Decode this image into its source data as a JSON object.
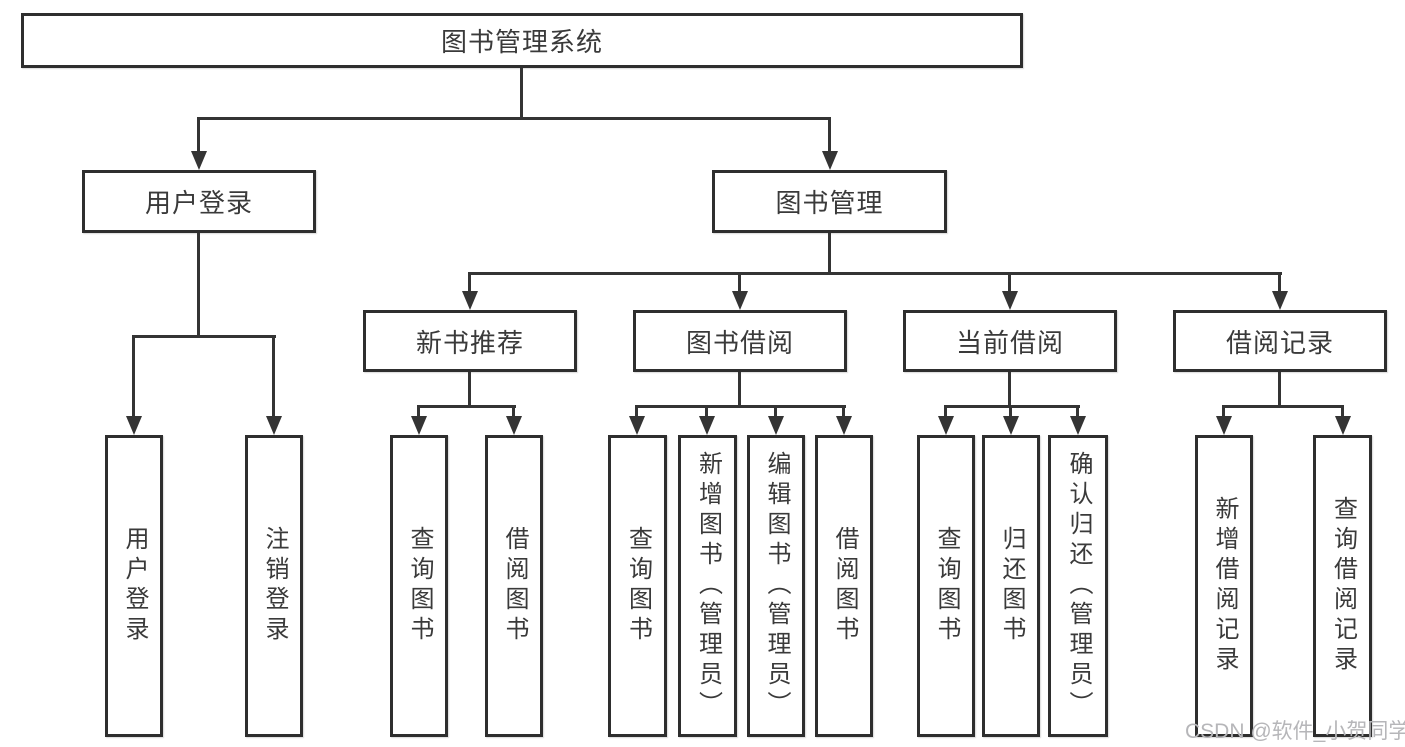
{
  "diagram": {
    "type": "hierarchy-tree",
    "title": "图书管理系统",
    "branches": [
      {
        "label": "用户登录",
        "children": [
          "用户登录",
          "注销登录"
        ]
      },
      {
        "label": "图书管理",
        "groups": [
          {
            "label": "新书推荐",
            "children": [
              "查询图书",
              "借阅图书"
            ]
          },
          {
            "label": "图书借阅",
            "children": [
              "查询图书",
              "新增图书（管理员）",
              "编辑图书（管理员）",
              "借阅图书"
            ]
          },
          {
            "label": "当前借阅",
            "children": [
              "查询图书",
              "归还图书",
              "确认归还（管理员）"
            ]
          },
          {
            "label": "借阅记录",
            "children": [
              "新增借阅记录",
              "查询借阅记录"
            ]
          }
        ]
      }
    ]
  },
  "watermark": {
    "text": "CSDN @软件_小贺同学"
  },
  "colors": {
    "background": "#ffffff",
    "box_border": "#2e2e2e",
    "line": "#343434",
    "text": "#3a3a3a",
    "watermark": "#b6b6b9"
  }
}
